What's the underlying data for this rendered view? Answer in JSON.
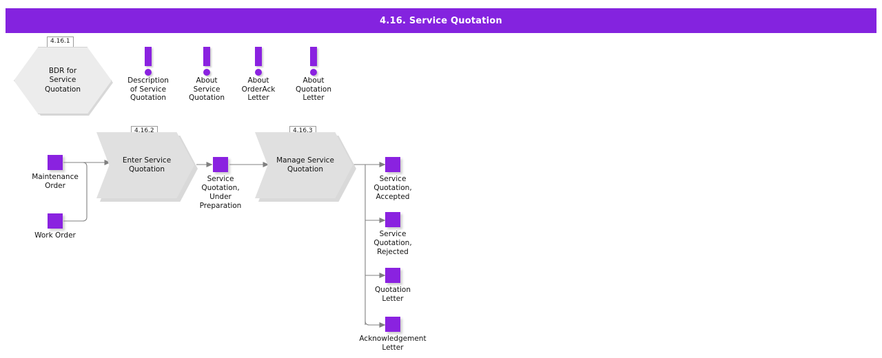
{
  "header": {
    "title": "4.16. Service Quotation",
    "bar_color": "#8423df",
    "text_color": "#ffffff"
  },
  "theme": {
    "accent_purple": "#8a22e0",
    "shape_gray": "#e0e0e0",
    "hexagon_gray": "#ececec",
    "line_gray": "#808080",
    "text_color": "#111111",
    "background": "#ffffff"
  },
  "diagram": {
    "type": "process-flow",
    "scenario": {
      "tag": "4.16.1",
      "label": "BDR for\nService\nQuotation",
      "shape": "hexagon"
    },
    "annotations": [
      {
        "icon": "exclamation-icon",
        "label": "Description\nof Service\nQuotation"
      },
      {
        "icon": "exclamation-icon",
        "label": "About\nService\nQuotation"
      },
      {
        "icon": "exclamation-icon",
        "label": "About\nOrderAck\nLetter"
      },
      {
        "icon": "exclamation-icon",
        "label": "About\nQuotation\nLetter"
      }
    ],
    "inputs": [
      {
        "label": "Maintenance\nOrder",
        "shape": "data-object"
      },
      {
        "label": "Work Order",
        "shape": "data-object"
      }
    ],
    "processes": [
      {
        "tag": "4.16.2",
        "label": "Enter Service\nQuotation",
        "shape": "chevron"
      },
      {
        "tag": "4.16.3",
        "label": "Manage Service\nQuotation",
        "shape": "chevron"
      }
    ],
    "intermediate": [
      {
        "label": "Service\nQuotation,\nUnder\nPreparation",
        "shape": "data-object"
      }
    ],
    "outputs": [
      {
        "label": "Service\nQuotation,\nAccepted",
        "shape": "data-object"
      },
      {
        "label": "Service\nQuotation,\nRejected",
        "shape": "data-object"
      },
      {
        "label": "Quotation\nLetter",
        "shape": "data-object"
      },
      {
        "label": "Acknowledgement\nLetter",
        "shape": "data-object"
      }
    ]
  }
}
